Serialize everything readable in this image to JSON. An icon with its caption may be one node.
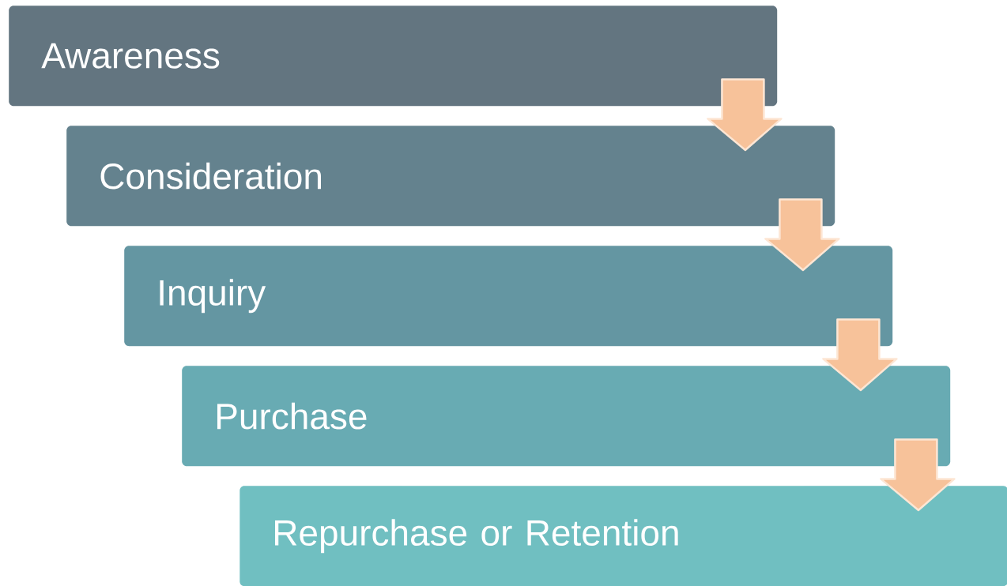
{
  "diagram": {
    "nodes": [
      {
        "text": [
          "Awareness"
        ]
      },
      {
        "text": [
          "Consideration"
        ]
      },
      {
        "text": [
          "Inquiry"
        ]
      },
      {
        "text": [
          "Purchase"
        ]
      },
      {
        "text": [
          "Repurchase or Retention"
        ]
      }
    ],
    "edges": [
      {
        "from": 0,
        "to": 1,
        "arrow": "to"
      },
      {
        "from": 1,
        "to": 2,
        "arrow": "to"
      },
      {
        "from": 2,
        "to": 3,
        "arrow": "to"
      },
      {
        "from": 3,
        "to": 4,
        "arrow": "to"
      }
    ]
  }
}
